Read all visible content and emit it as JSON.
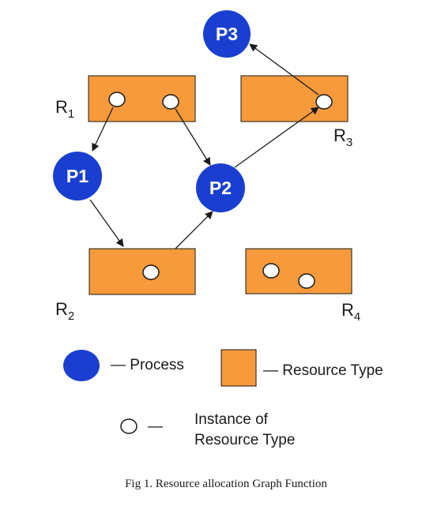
{
  "diagram": {
    "processes": [
      {
        "id": "P1",
        "label": "P1"
      },
      {
        "id": "P2",
        "label": "P2"
      },
      {
        "id": "P3",
        "label": "P3"
      }
    ],
    "resources": [
      {
        "id": "R1",
        "letter": "R",
        "subscript": "1",
        "instances": 2
      },
      {
        "id": "R2",
        "letter": "R",
        "subscript": "2",
        "instances": 1
      },
      {
        "id": "R3",
        "letter": "R",
        "subscript": "3",
        "instances": 1
      },
      {
        "id": "R4",
        "letter": "R",
        "subscript": "4",
        "instances": 2
      }
    ],
    "edges": [
      {
        "from": "R1 instance 1",
        "to": "P1",
        "type": "assignment"
      },
      {
        "from": "R1 instance 2",
        "to": "P2",
        "type": "assignment"
      },
      {
        "from": "P1",
        "to": "R2",
        "type": "request"
      },
      {
        "from": "R2",
        "to": "P2",
        "type": "assignment"
      },
      {
        "from": "P2",
        "to": "R3 instance 1",
        "type": "request"
      },
      {
        "from": "R3 instance 1",
        "to": "P3",
        "type": "assignment"
      }
    ]
  },
  "legend": {
    "process_label": "— Process",
    "resource_label": "— Resource Type",
    "instance_dash": "—",
    "instance_line1": "Instance of",
    "instance_line2": "Resource Type"
  },
  "caption": "Fig 1. Resource allocation Graph Function",
  "colors": {
    "process_fill": "#1a3fd0",
    "resource_fill": "#f79a3c",
    "instance_fill": "#ffffff",
    "stroke": "#1a1a1a"
  }
}
